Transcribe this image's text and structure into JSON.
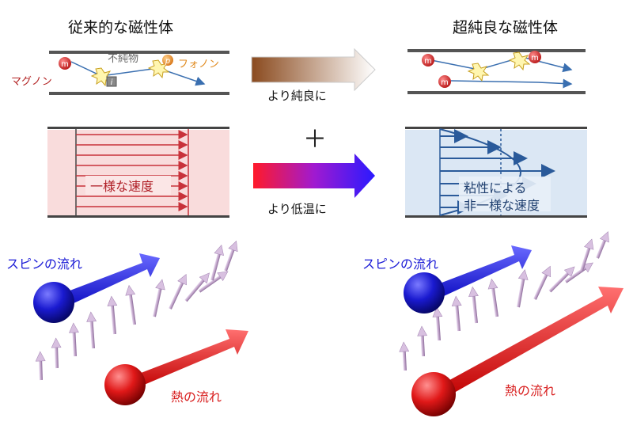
{
  "left_panel": {
    "title": "従来的な磁性体",
    "magnon_label": "マグノン",
    "impurity_label": "不純物",
    "phonon_label": "フォノン",
    "magnon_symbol": "m",
    "phonon_symbol": "p",
    "impurity_symbol": "i",
    "velocity_label": "一様な速度"
  },
  "right_panel": {
    "title": "超純良な磁性体",
    "magnon_symbol": "m",
    "velocity_label_line1": "粘性による",
    "velocity_label_line2": "非一様な速度"
  },
  "center": {
    "purer_label": "より純良に",
    "plus_sign": "＋",
    "colder_label": "より低温に"
  },
  "bottom": {
    "spin_flow_left": "スピンの流れ",
    "heat_flow_left": "熱の流れ",
    "spin_flow_right": "スピンの流れ",
    "heat_flow_right": "熱の流れ"
  },
  "colors": {
    "magnon_red": "#c0392b",
    "phonon_orange": "#e08a1e",
    "spin_blue": "#1a1ad6",
    "heat_red": "#d81e1e",
    "uniform_flow_red": "#c8323a",
    "viscous_flow_blue": "#2a5a9a"
  }
}
